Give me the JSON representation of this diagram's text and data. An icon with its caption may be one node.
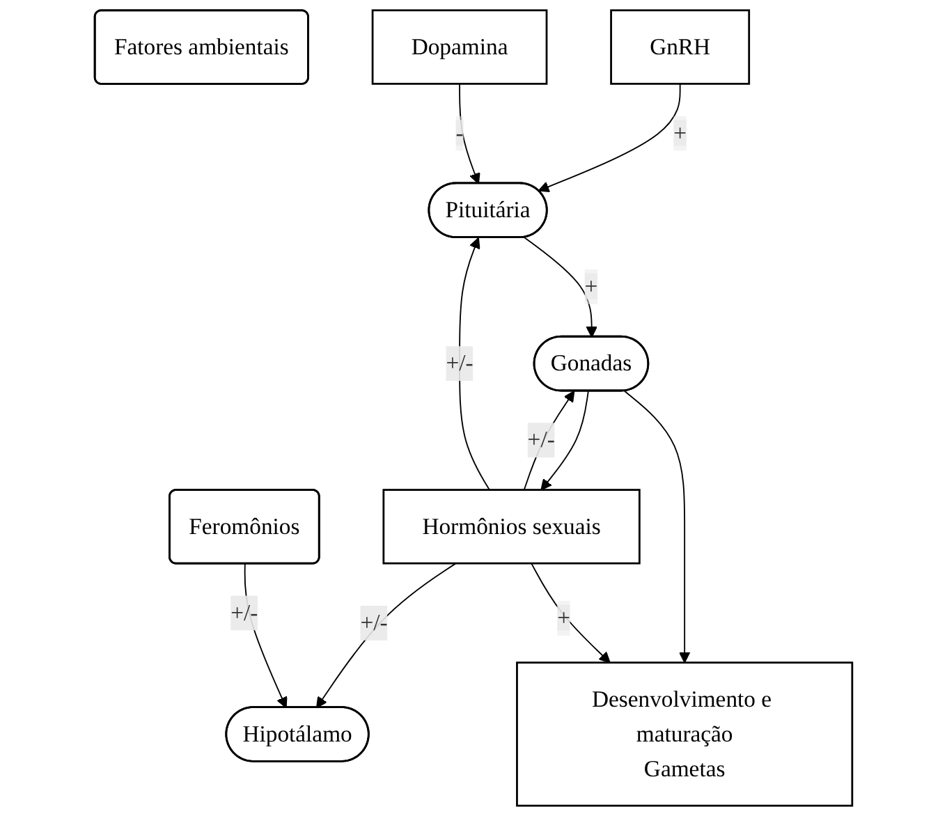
{
  "diagram": {
    "nodes": [
      {
        "text": [
          "Fatores ambientais"
        ]
      },
      {
        "text": [
          "Feromônios"
        ]
      },
      {
        "text": [
          "Hipotálamo"
        ]
      },
      {
        "text": [
          "GnRH"
        ]
      },
      {
        "text": [
          "Dopamina"
        ]
      },
      {
        "text": [
          "Pituitária"
        ]
      },
      {
        "text": [
          "Gonadas"
        ]
      },
      {
        "text": [
          "Desenvolvimento e maturação",
          "Gametas"
        ]
      },
      {
        "text": [
          "Hormônios sexuais"
        ]
      }
    ],
    "edges": [
      {
        "from": 1,
        "to": 2,
        "arrow": "to",
        "label": "+/-"
      },
      {
        "from": 3,
        "to": 5,
        "arrow": "to",
        "label": "+"
      },
      {
        "from": 4,
        "to": 5,
        "arrow": "to",
        "label": "-"
      },
      {
        "from": 5,
        "to": 6,
        "arrow": "to",
        "label": "+"
      },
      {
        "from": 6,
        "to": 7,
        "arrow": "to"
      },
      {
        "from": 6,
        "to": 8,
        "arrow": "to"
      },
      {
        "from": 8,
        "to": 7,
        "arrow": "to",
        "label": "+"
      },
      {
        "from": 8,
        "to": 2,
        "arrow": "to",
        "label": "+/-"
      },
      {
        "from": 8,
        "to": 5,
        "arrow": "to",
        "label": "+/-"
      },
      {
        "from": 8,
        "to": 6,
        "arrow": "to",
        "label": "+/-"
      }
    ]
  }
}
